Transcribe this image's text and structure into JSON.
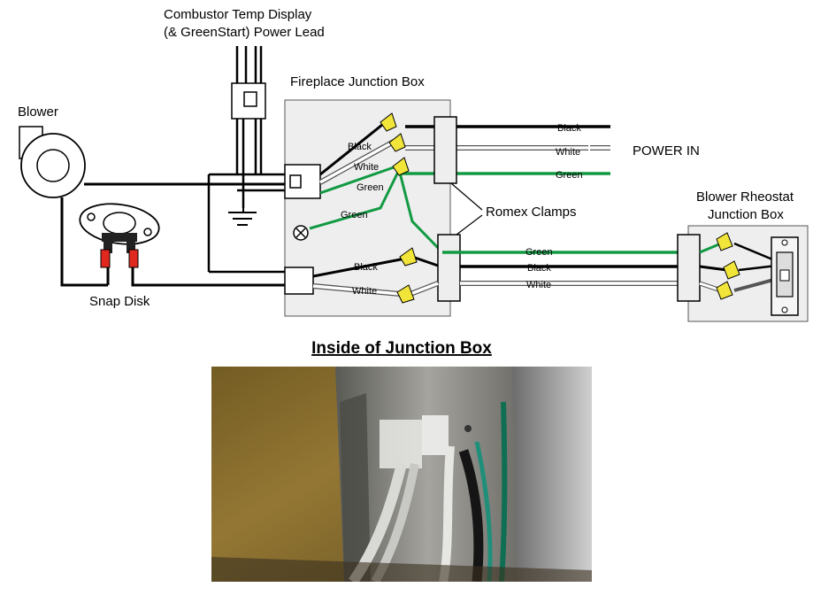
{
  "labels": {
    "combustor_line1": "Combustor Temp Display",
    "combustor_line2": "(& GreenStart) Power Lead",
    "fireplace_box": "Fireplace Junction Box",
    "blower": "Blower",
    "snap_disk": "Snap Disk",
    "power_in": "POWER IN",
    "romex_clamps": "Romex Clamps",
    "rheostat_line1": "Blower Rheostat",
    "rheostat_line2": "Junction Box"
  },
  "wire_labels": {
    "power_black": "Black",
    "power_white": "White",
    "power_green": "Green",
    "box_black_top": "Black",
    "box_white_top": "White",
    "box_green_top": "Green",
    "box_green_ground": "Green",
    "box_black_bottom": "Black",
    "box_white_bottom": "White",
    "out_green": "Green",
    "out_black": "Black",
    "out_white": "White"
  },
  "caption": "Inside of Junction Box",
  "colors": {
    "black_wire": "#000000",
    "white_wire": "#ffffff",
    "green_wire": "#129a43",
    "wire_nut": "#f1e53a",
    "box_fill": "#eeeeee",
    "terminal": "#e0281e"
  }
}
